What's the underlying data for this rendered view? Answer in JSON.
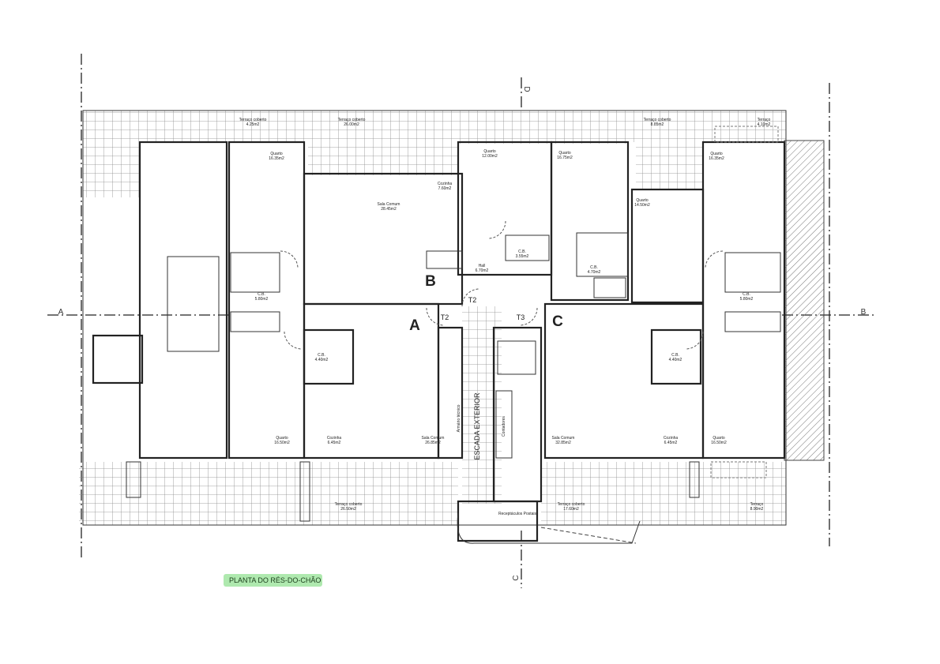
{
  "plan": {
    "title": "PLANTA DO RÉS-DO-CHÃO",
    "section_marks": {
      "a_left": "A",
      "b_right": "B",
      "c_bottom": "C",
      "d_top": "D"
    },
    "units": {
      "a": "A",
      "b": "B",
      "c": "C"
    },
    "door_tags": [
      "T2",
      "T2",
      "T3"
    ],
    "rooms": [
      {
        "name": "Terraço coberto",
        "area": "4.25m2"
      },
      {
        "name": "Terraço coberto",
        "area": "26.00m2"
      },
      {
        "name": "Quarto",
        "area": "16.35m2"
      },
      {
        "name": "Cozinha",
        "area": "7.60m2"
      },
      {
        "name": "Sala Comum",
        "area": "28.45m2"
      },
      {
        "name": "Quarto",
        "area": "12.00m2"
      },
      {
        "name": "Quarto",
        "area": "16.75m2"
      },
      {
        "name": "Terraço coberto",
        "area": "8.85m2"
      },
      {
        "name": "Terraço",
        "area": "4.10m2"
      },
      {
        "name": "Quarto",
        "area": "16.35m2"
      },
      {
        "name": "Quarto",
        "area": "14.50m2"
      },
      {
        "name": "C.B.",
        "area": "3.55m2"
      },
      {
        "name": "Hall",
        "area": "6.70m2"
      },
      {
        "name": "C.B.",
        "area": "4.70m2"
      },
      {
        "name": "C.B.",
        "area": "5.80m2"
      },
      {
        "name": "C.B.",
        "area": "5.80m2"
      },
      {
        "name": "C.B.",
        "area": "4.40m2"
      },
      {
        "name": "C.B.",
        "area": "4.40m2"
      },
      {
        "name": "Quarto",
        "area": "16.50m2"
      },
      {
        "name": "Cozinha",
        "area": "6.45m2"
      },
      {
        "name": "Sala Comum",
        "area": "26.85m2"
      },
      {
        "name": "Sala Comum",
        "area": "32.85m2"
      },
      {
        "name": "Cozinha",
        "area": "6.45m2"
      },
      {
        "name": "Quarto",
        "area": "16.50m2"
      },
      {
        "name": "Terraço coberto",
        "area": "26.50m2"
      },
      {
        "name": "Terraço coberto",
        "area": "17.60m2"
      },
      {
        "name": "Terraço",
        "area": "8.90m2"
      }
    ],
    "common": {
      "technical_cabinet": "Armário técnico",
      "stair": "ESCADA EXTERIOR",
      "meters": "Contadores",
      "mailboxes": "Receptáculos Postais"
    }
  }
}
